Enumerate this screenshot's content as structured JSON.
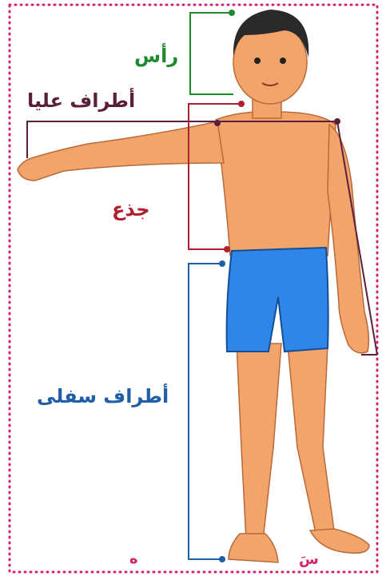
{
  "labels": {
    "head": "رأس",
    "upper_limbs": "أطراف عليا",
    "trunk": "جذع",
    "lower_limbs": "أطراف سفلى"
  },
  "corner_marks": {
    "left": "ه",
    "right": "سَ"
  },
  "colors": {
    "head": "#1e8a2e",
    "upper_limbs": "#5a1f3a",
    "trunk": "#b0202c",
    "lower_limbs": "#1f5fa8",
    "border_dots": "#d0246c",
    "skin": "#f2a46a",
    "shorts": "#2f86e8",
    "hair": "#2a2a2a"
  }
}
